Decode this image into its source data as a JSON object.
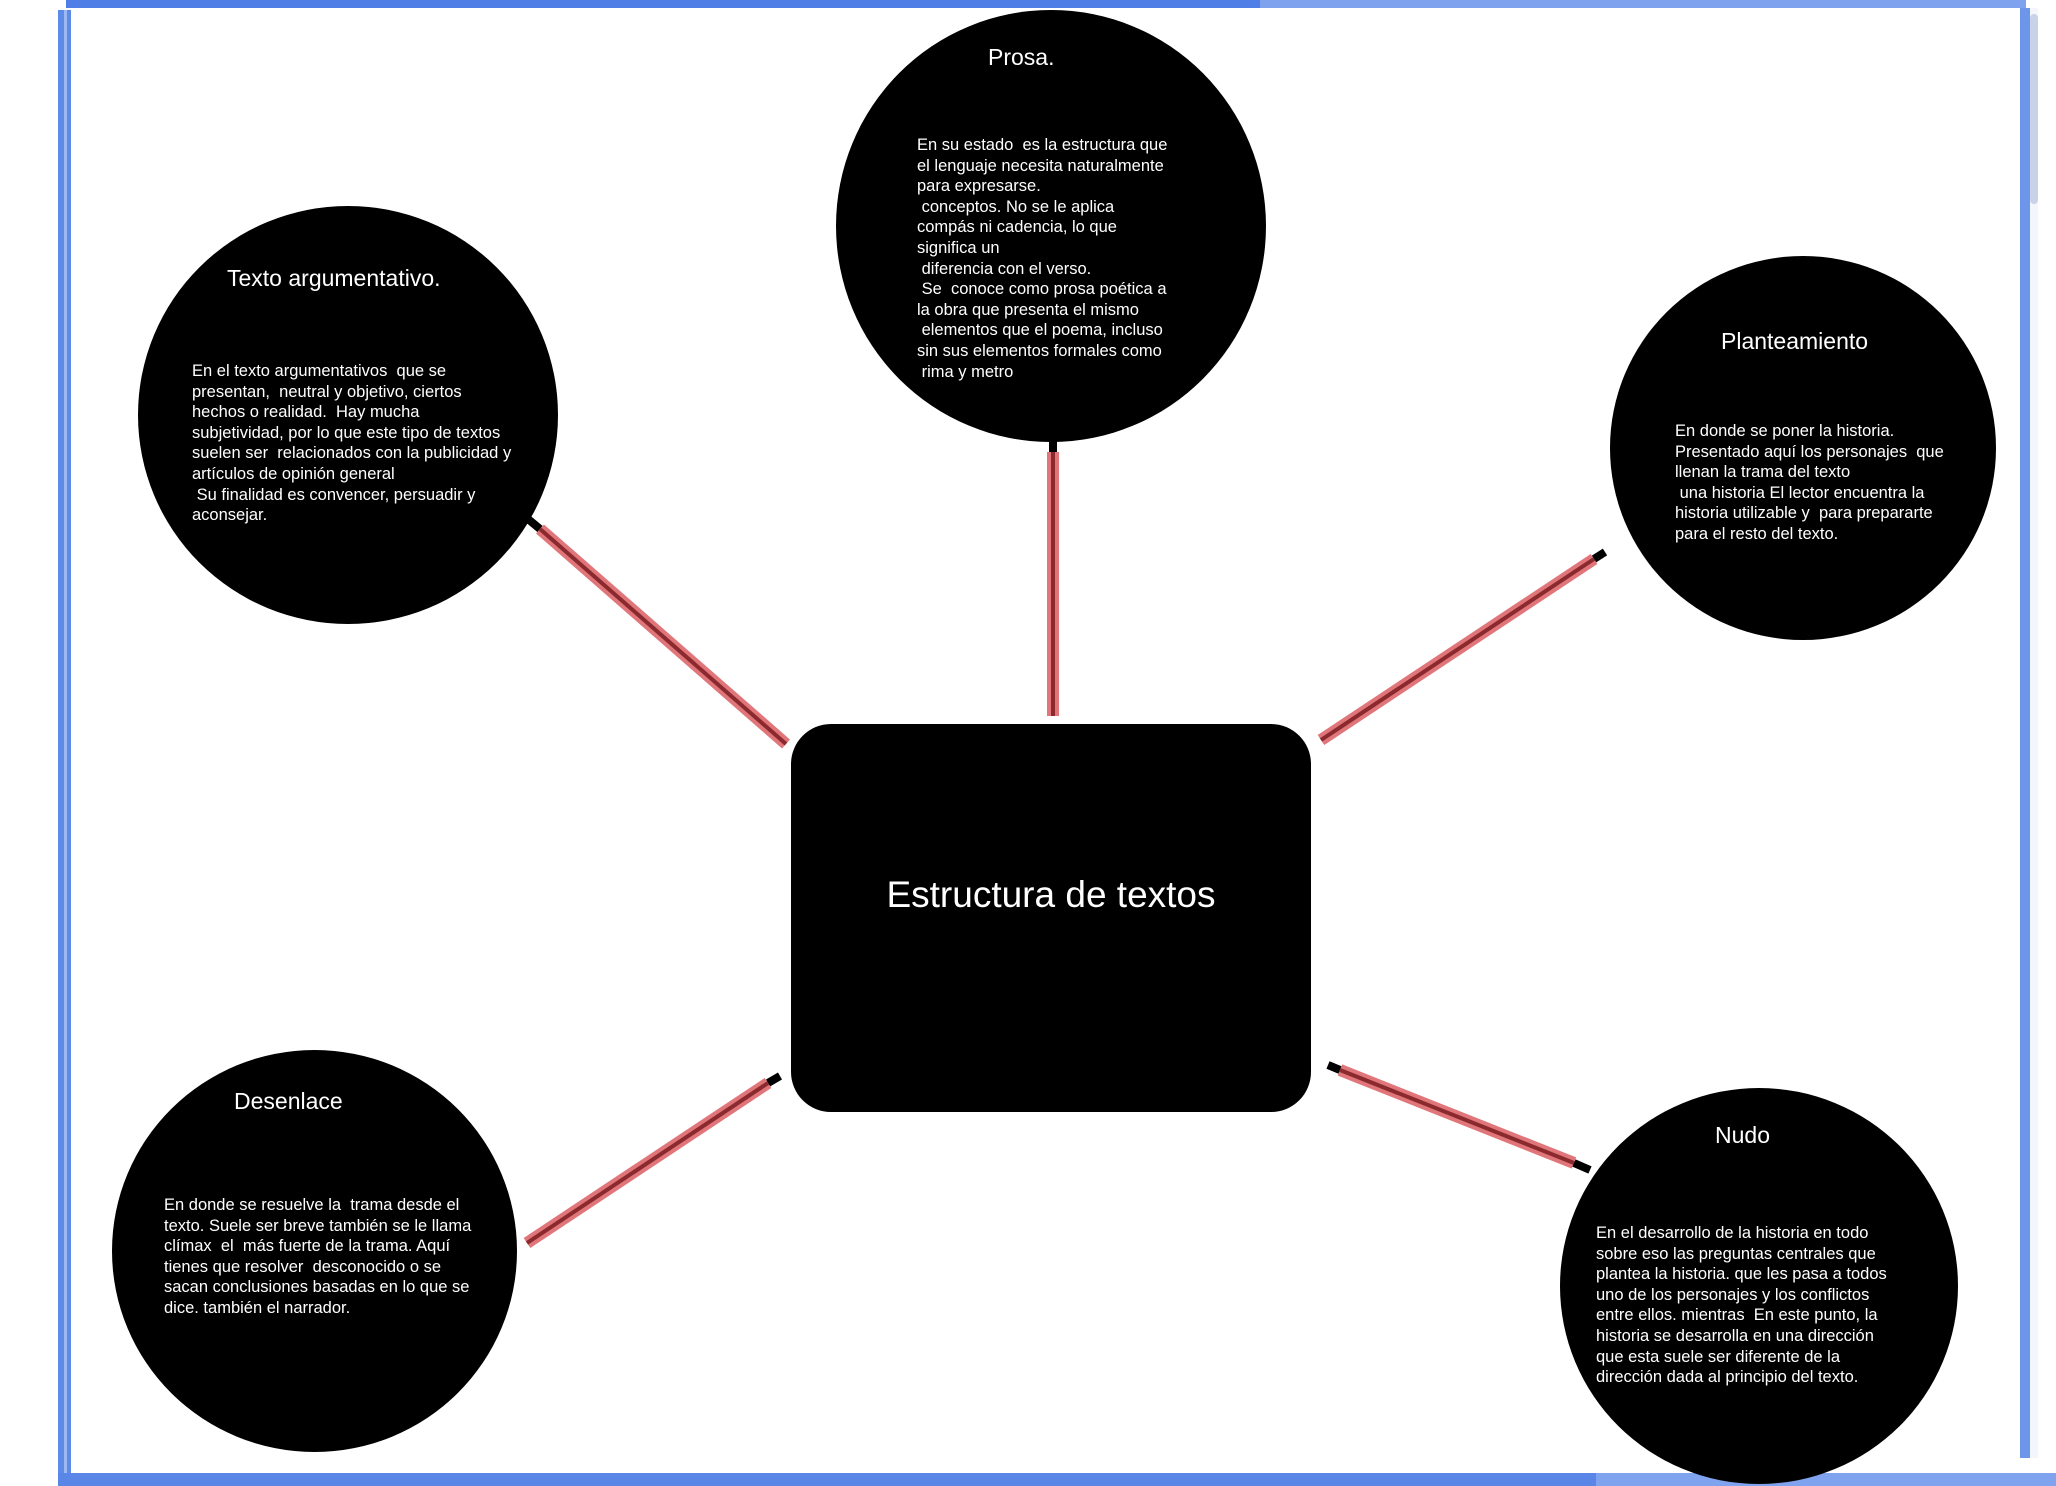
{
  "colors": {
    "frame": "#5a87e7",
    "node_fill": "#000000",
    "node_text": "#ffffff",
    "connector": "#e0757a",
    "connector_core": "#8a2a2e"
  },
  "center": {
    "title": "Estructura de textos"
  },
  "nodes": {
    "prosa": {
      "title": "Prosa.",
      "text": "En su estado  es la estructura que\nel lenguaje necesita naturalmente\npara expresarse.\n conceptos. No se le aplica\ncompás ni cadencia, lo que\nsignifica un\n diferencia con el verso.\n Se  conoce como prosa poética a\nla obra que presenta el mismo\n elementos que el poema, incluso\nsin sus elementos formales como\n rima y metro"
    },
    "argumentativo": {
      "title": "Texto  argumentativo.",
      "text": "En el texto argumentativos  que se\npresentan,  neutral y objetivo, ciertos\nhechos o realidad.  Hay mucha\nsubjetividad, por lo que este tipo de textos\nsuelen ser  relacionados con la publicidad y\nartículos de opinión general\n Su finalidad es convencer, persuadir y\naconsejar."
    },
    "planteamiento": {
      "title": "Planteamiento",
      "text": "En donde se poner la historia.\nPresentado aquí los personajes  que\nllenan la trama del texto\n una historia El lector encuentra la\nhistoria utilizable y  para prepararte\npara el resto del texto."
    },
    "desenlace": {
      "title": "Desenlace",
      "text": "En donde se resuelve la  trama desde el\ntexto. Suele ser breve también se le llama\nclímax  el  más fuerte de la trama. Aquí\ntienes que resolver  desconocido o se\nsacan conclusiones basadas en lo que se\ndice. también el narrador."
    },
    "nudo": {
      "title": "Nudo",
      "text": "En el desarrollo de la historia en todo\nsobre eso las preguntas centrales que\nplantea la historia. que les pasa a todos\nuno de los personajes y los conflictos\nentre ellos. mientras  En este punto, la\nhistoria se desarrolla en una dirección\nque esta suele ser diferente de la\ndirección dada al principio del texto."
    }
  }
}
